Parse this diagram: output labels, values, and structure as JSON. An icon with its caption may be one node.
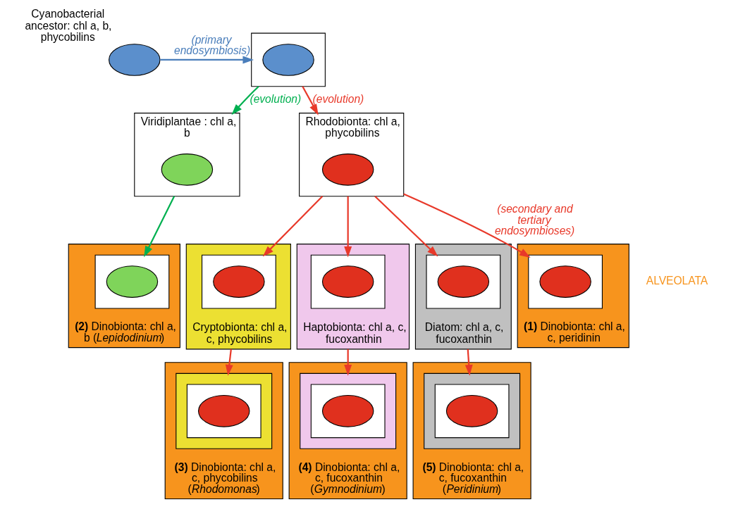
{
  "diagram": {
    "nodes": [
      {
        "text": [],
        "shape": "circle",
        "beside": [
          "Cyanobacterial ancestor: chl a, b, phycobilins"
        ]
      },
      {
        "text": [],
        "shape": "box"
      },
      {
        "text": [],
        "shape": "circle",
        "in": 1
      },
      {
        "text": [
          "Viridiplantae : chl a, b"
        ]
      },
      {
        "text": [],
        "shape": "circle",
        "in": 3
      },
      {
        "text": [
          "Rhodobionta: chl a, phycobilins"
        ]
      },
      {
        "text": [],
        "shape": "circle",
        "in": 5
      },
      {
        "text": [
          "Cryptobionta: chl a, c, phycobilins"
        ]
      },
      {
        "text": [],
        "shape": "box",
        "in": 7
      },
      {
        "text": [],
        "shape": "circle",
        "in": 8
      },
      {
        "text": [
          "Haptobionta: chl a, c, fucoxanthin"
        ]
      },
      {
        "text": [],
        "shape": "box",
        "in": 10
      },
      {
        "text": [],
        "shape": "circle",
        "in": 11
      },
      {
        "text": [
          "Diatom: chl a, c, fucoxanthin"
        ]
      },
      {
        "text": [],
        "shape": "box",
        "in": 13
      },
      {
        "text": [],
        "shape": "circle",
        "in": 14
      },
      {
        "text": [
          "**(1)** Dinobionta: chl a, c, peridinin"
        ]
      },
      {
        "text": [],
        "shape": "box",
        "in": 16
      },
      {
        "text": [],
        "shape": "circle",
        "in": 17
      },
      {
        "text": [
          "**(3)** Dinobionta: chl a, c, phycobilins (*Rhodomonas*)"
        ]
      },
      {
        "text": [],
        "shape": "box",
        "in": 19
      },
      {
        "text": [],
        "shape": "box",
        "in": 20
      },
      {
        "text": [],
        "shape": "circle",
        "in": 21
      },
      {
        "text": [
          "**(4)** Dinobionta: chl a, c, fucoxanthin (*Gymnodinium*)"
        ]
      },
      {
        "text": [],
        "shape": "box",
        "in": 23
      },
      {
        "text": [],
        "shape": "box",
        "in": 24
      },
      {
        "text": [],
        "shape": "circle",
        "in": 25
      },
      {
        "text": [
          "**(5)** Dinobionta: chl a, c, fucoxanthin (*Peridinium*)"
        ]
      },
      {
        "text": [],
        "shape": "box",
        "in": 27
      },
      {
        "text": [],
        "shape": "box",
        "in": 28
      },
      {
        "text": [],
        "shape": "circle",
        "in": 29
      },
      {
        "text": [
          "**(2)** Dinobionta: chl a, b (*Lepidodinium*)"
        ]
      },
      {
        "text": [],
        "shape": "box",
        "in": 31
      },
      {
        "text": [],
        "shape": "circle",
        "in": 32
      }
    ],
    "edges": [
      {
        "from": 0,
        "to": 1,
        "arrow": "to",
        "label": "(primary endosymbiosis)",
        "color": "#4a7ebb"
      },
      {
        "from": 1,
        "to": 5,
        "arrow": "to",
        "label": "(evolution)"
      },
      {
        "from": 1,
        "to": 3,
        "arrow": "to",
        "label": "(evolution)",
        "color": "#00b050"
      },
      {
        "from": 5,
        "to": 8,
        "arrow": "to"
      },
      {
        "from": 5,
        "to": 11,
        "arrow": "to"
      },
      {
        "from": 5,
        "to": 14,
        "arrow": "to"
      },
      {
        "from": 5,
        "to": 17,
        "arrow": "to",
        "label": "(secondary and tertiary endosymbioses)"
      },
      {
        "from": 7,
        "to": 20,
        "arrow": "to"
      },
      {
        "from": 10,
        "to": 24,
        "arrow": "to"
      },
      {
        "from": 13,
        "to": 28,
        "arrow": "to"
      },
      {
        "from": 3,
        "to": 32,
        "arrow": "to",
        "color": "#00b050"
      }
    ],
    "labels": [
      "ALVEOLATA"
    ]
  }
}
